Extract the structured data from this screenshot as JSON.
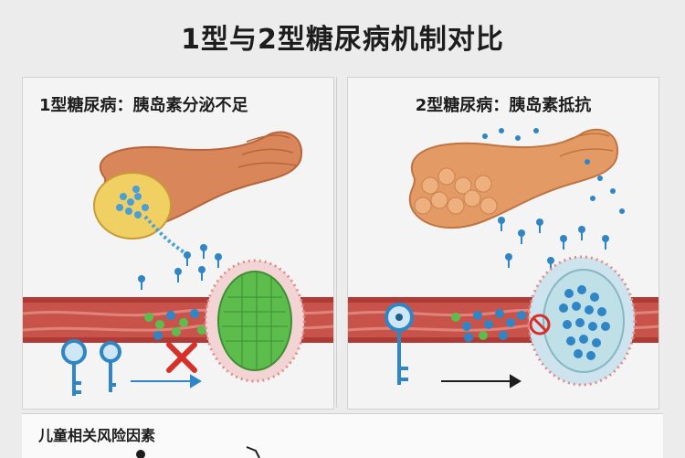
{
  "page": {
    "title": "1型与2型糖尿病机制对比"
  },
  "panels": [
    {
      "title": "1型糖尿病：胰岛素分泌不足"
    },
    {
      "title": "2型糖尿病：胰岛素抵抗"
    }
  ],
  "bottom_section": {
    "title": "儿童相关风险因素"
  },
  "colors": {
    "pancreas": "#d9865a",
    "vessel": "#b03a35",
    "insulin_blue": "#2f86c6",
    "cell_green": "#5cbd4c",
    "cross_red": "#d7302a"
  },
  "icons": [
    "key-icon",
    "insulin-molecule-icon",
    "cross-icon",
    "blocked-icon",
    "arrow-icon"
  ]
}
